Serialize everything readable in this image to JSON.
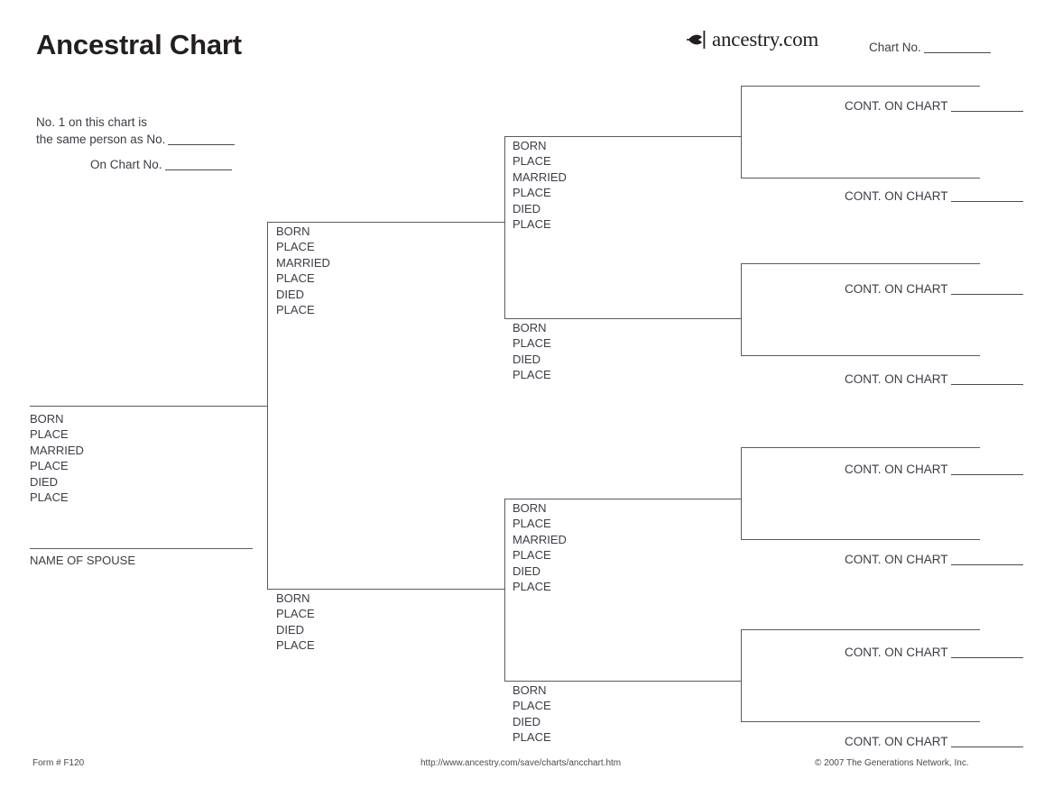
{
  "header": {
    "title": "Ancestral Chart",
    "brand_name": "ancestry.com",
    "brand_icon": "ancestry-leaf-icon",
    "chart_no_label": "Chart No.",
    "same_person_line1": "No. 1 on this chart is",
    "same_person_line2": "the same person as No.",
    "on_chart_no_label": "On Chart No."
  },
  "person1": {
    "name_caption": "",
    "spouse_caption": "NAME OF SPOUSE",
    "fields": [
      "BORN",
      "PLACE",
      "MARRIED",
      "PLACE",
      "DIED",
      "PLACE"
    ]
  },
  "field_sets": {
    "married": [
      "BORN",
      "PLACE",
      "MARRIED",
      "PLACE",
      "DIED",
      "PLACE"
    ],
    "simple": [
      "BORN",
      "PLACE",
      "DIED",
      "PLACE"
    ]
  },
  "generation2": [
    {
      "position": "father",
      "fields": [
        "BORN",
        "PLACE",
        "MARRIED",
        "PLACE",
        "DIED",
        "PLACE"
      ]
    },
    {
      "position": "mother",
      "fields": [
        "BORN",
        "PLACE",
        "DIED",
        "PLACE"
      ]
    }
  ],
  "generation3": [
    {
      "position": "father",
      "fields": [
        "BORN",
        "PLACE",
        "MARRIED",
        "PLACE",
        "DIED",
        "PLACE"
      ]
    },
    {
      "position": "mother",
      "fields": [
        "BORN",
        "PLACE",
        "DIED",
        "PLACE"
      ]
    },
    {
      "position": "father",
      "fields": [
        "BORN",
        "PLACE",
        "MARRIED",
        "PLACE",
        "DIED",
        "PLACE"
      ]
    },
    {
      "position": "mother",
      "fields": [
        "BORN",
        "PLACE",
        "DIED",
        "PLACE"
      ]
    }
  ],
  "generation4": [
    {
      "cont_label": "CONT. ON CHART"
    },
    {
      "cont_label": "CONT. ON CHART"
    },
    {
      "cont_label": "CONT. ON CHART"
    },
    {
      "cont_label": "CONT. ON CHART"
    },
    {
      "cont_label": "CONT. ON CHART"
    },
    {
      "cont_label": "CONT. ON CHART"
    },
    {
      "cont_label": "CONT. ON CHART"
    },
    {
      "cont_label": "CONT. ON CHART"
    }
  ],
  "footer": {
    "form_number": "Form # F120",
    "url": "http://www.ancestry.com/save/charts/ancchart.htm",
    "copyright": "© 2007 The Generations Network, Inc."
  },
  "colors": {
    "ink": "#3c3c46",
    "rule": "#5a5a62",
    "title": "#231f20",
    "background": "#ffffff"
  }
}
